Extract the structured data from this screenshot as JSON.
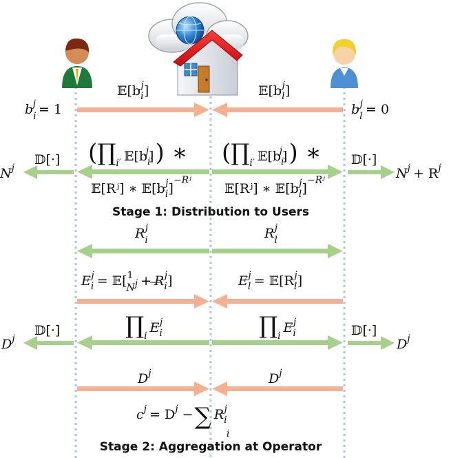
{
  "colors": {
    "user_to_operator_arrow": "#f5b08f",
    "operator_to_user_arrow": "#a8d08d",
    "lifeline": "#a9c4dd"
  },
  "icons": {
    "left_user": "user-icon",
    "operator": "house-cloud-icon",
    "right_user": "user-icon"
  },
  "stage1": {
    "left_bit_prefix": "b",
    "left_bit_value": "= 1",
    "right_bit_prefix": "b",
    "right_bit_value": "= 0",
    "left_enc_label": "𝔼[b",
    "right_enc_label": "𝔼[b",
    "product_left": "(∏",
    "product_right": "(∏",
    "product_term": "𝔼[b",
    "product_close": ") ∗",
    "product_tail_left": "𝔼[Rʲ] ∗ 𝔼[b",
    "product_tail_right": "𝔼[Rʲ] ∗ 𝔼[b",
    "decrypt_left": "𝔻[·]",
    "decrypt_right": "𝔻[·]",
    "result_left": "N",
    "result_right": "N",
    "result_right_tail": "+ R",
    "title": "Stage 1: Distribution to Users"
  },
  "stage2": {
    "r_left": "R",
    "r_right": "R",
    "e_left": "E",
    "e_right": "E",
    "e_left_rhs": "= 𝔼[",
    "e_right_rhs": "= 𝔼[R",
    "frac_num": "1",
    "frac_den": "N",
    "prod_symbol": "∏",
    "decrypt_left": "𝔻[·]",
    "decrypt_right": "𝔻[·]",
    "d_label": "D",
    "c_label": "c",
    "c_rhs": "= D",
    "sum_symbol": "∑",
    "minus": "−",
    "title": "Stage 2: Aggregation at Operator"
  }
}
